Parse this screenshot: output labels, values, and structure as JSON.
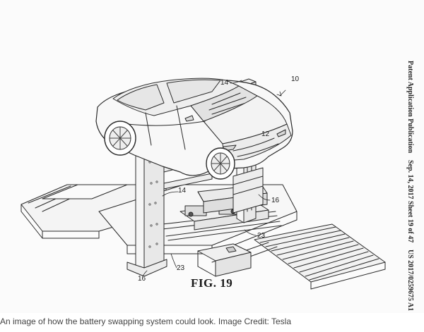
{
  "patent_header": {
    "publication": "Patent Application Publication",
    "date_sheet": "Sep. 14, 2017   Sheet 19 of 47",
    "number": "US 2017/0259675 A1"
  },
  "figure": {
    "title": "FIG. 19",
    "labels": {
      "ref_10": "10",
      "ref_14_top": "14",
      "ref_12": "12",
      "ref_14_mid": "14",
      "ref_16_right": "16",
      "ref_23_right": "23",
      "ref_23_bottom": "23",
      "ref_16_bottom": "16"
    }
  },
  "caption": "An image of how the battery swapping system could look. Image Credit: Tesla"
}
